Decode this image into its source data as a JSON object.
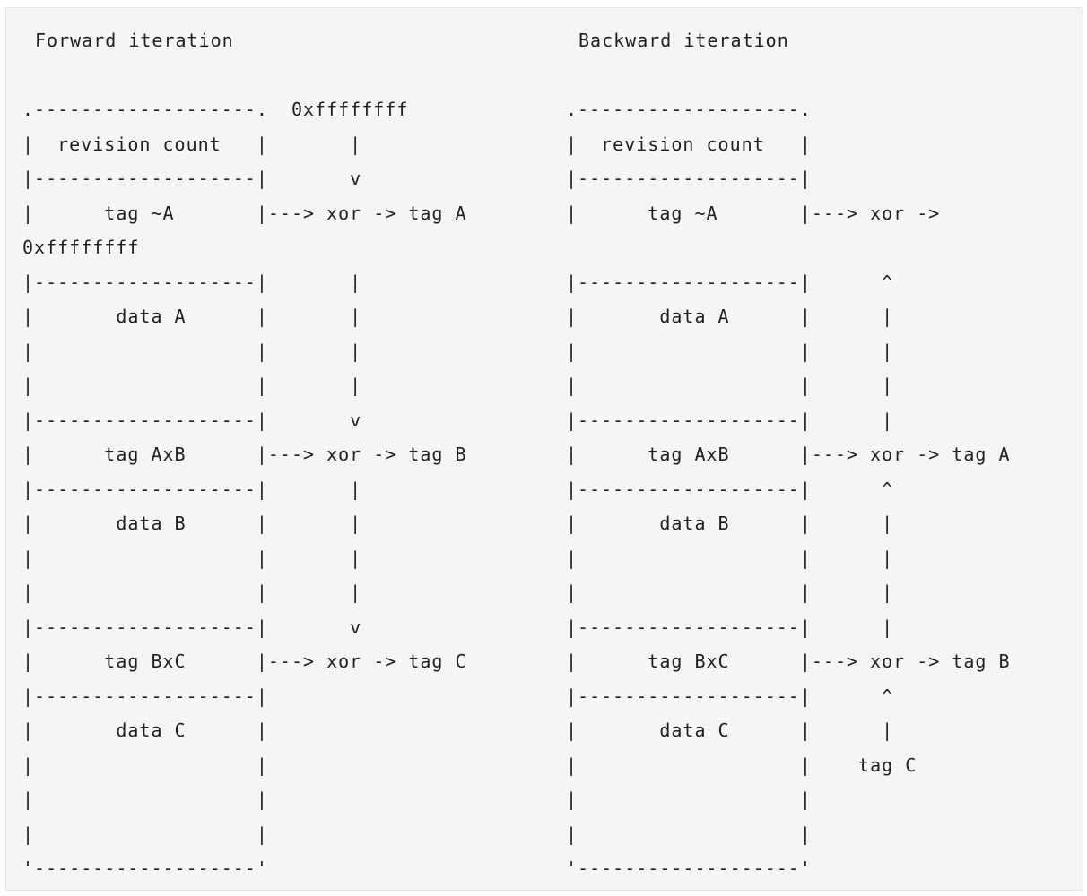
{
  "diagram": {
    "forward": {
      "title": "Forward iteration",
      "lines": [
        ".-------------------.  0xffffffff",
        "|  revision count   |       |",
        "|-------------------|       v",
        "|      tag ~A       |---> xor -> tag A",
        "0xffffffff",
        "|-------------------|       |",
        "|       data A      |       |",
        "|                   |       |",
        "|                   |       |",
        "|-------------------|       v",
        "|      tag AxB      |---> xor -> tag B",
        "|-------------------|       |",
        "|       data B      |       |",
        "|                   |       |",
        "|                   |       |",
        "|-------------------|       v",
        "|      tag BxC      |---> xor -> tag C",
        "|-------------------|",
        "|       data C      |",
        "|                   |",
        "|                   |",
        "|                   |",
        "'-------------------'"
      ]
    },
    "backward": {
      "title": "Backward iteration",
      "lines": [
        ".-------------------.",
        "|  revision count   |",
        "|-------------------|",
        "|      tag ~A       |---> xor ->",
        "",
        "|-------------------|      ^",
        "|       data A      |      |",
        "|                   |      |",
        "|                   |      |",
        "|-------------------|      |",
        "|      tag AxB      |---> xor -> tag A",
        "|-------------------|      ^",
        "|       data B      |      |",
        "|                   |      |",
        "|                   |      |",
        "|-------------------|      |",
        "|      tag BxC      |---> xor -> tag B",
        "|-------------------|      ^",
        "|       data C      |      |",
        "|                   |    tag C",
        "|                   |",
        "|                   |",
        "'-------------------'"
      ]
    }
  }
}
